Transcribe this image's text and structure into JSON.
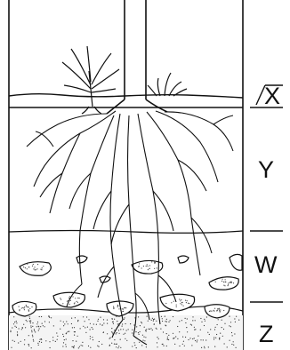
{
  "diagram": {
    "layers": [
      {
        "id": "X",
        "label": "X"
      },
      {
        "id": "Y",
        "label": "Y"
      },
      {
        "id": "W",
        "label": "W"
      },
      {
        "id": "Z",
        "label": "Z"
      }
    ],
    "colors": {
      "ink": "#111111",
      "background": "#ffffff"
    }
  }
}
